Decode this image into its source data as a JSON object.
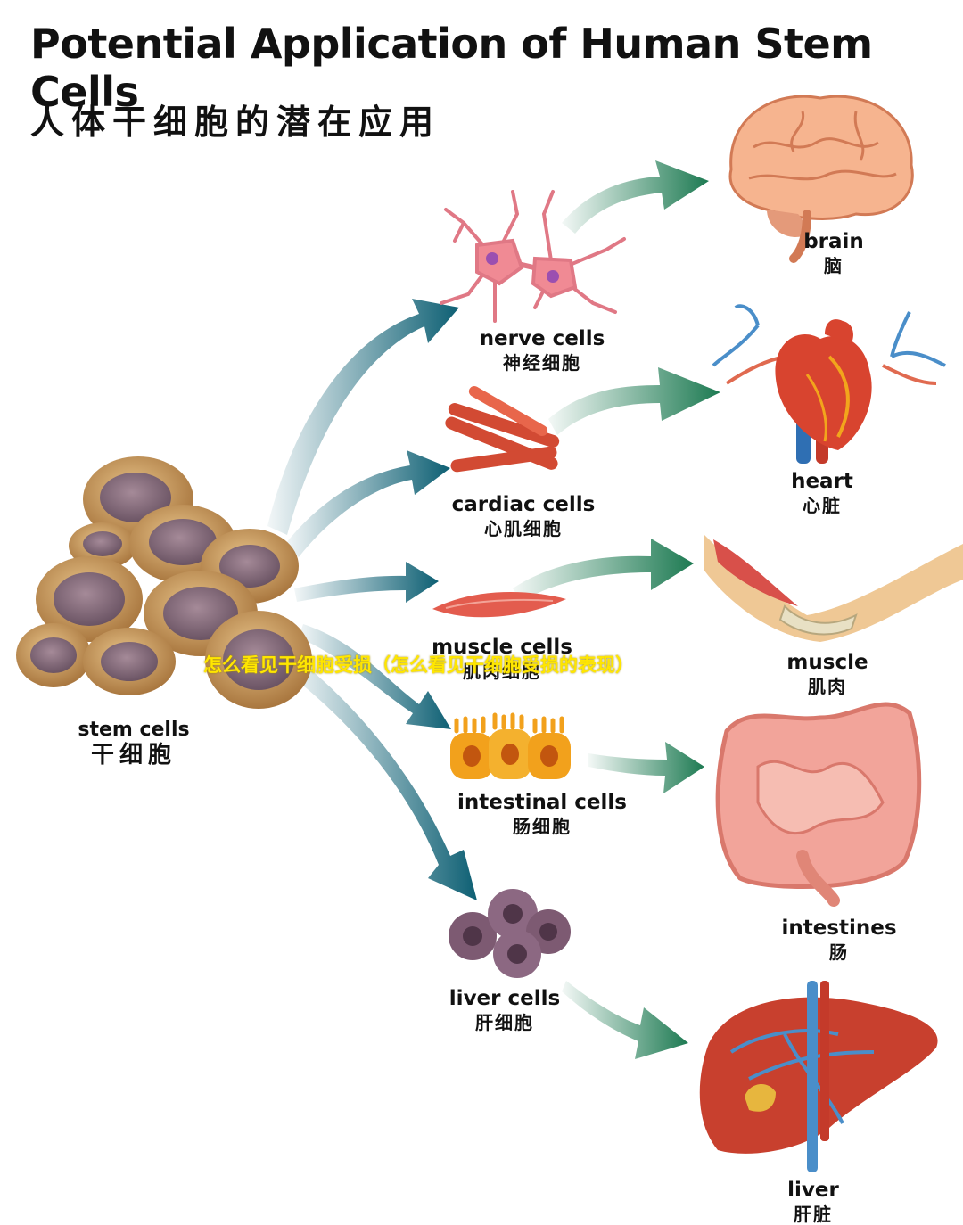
{
  "title": {
    "en": "Potential Application of Human Stem Cells",
    "zh": "人体干细胞的潜在应用"
  },
  "stem": {
    "en": "stem cells",
    "zh": "干细胞"
  },
  "cells": [
    {
      "en": "nerve cells",
      "zh": "神经细胞"
    },
    {
      "en": "cardiac cells",
      "zh": "心肌细胞"
    },
    {
      "en": "muscle cells",
      "zh": "肌肉细胞"
    },
    {
      "en": "intestinal cells",
      "zh": "肠细胞"
    },
    {
      "en": "liver cells",
      "zh": "肝细胞"
    }
  ],
  "organs": [
    {
      "en": "brain",
      "zh": "脑"
    },
    {
      "en": "heart",
      "zh": "心脏"
    },
    {
      "en": "muscle",
      "zh": "肌肉"
    },
    {
      "en": "intestines",
      "zh": "肠"
    },
    {
      "en": "liver",
      "zh": "肝脏"
    }
  ],
  "watermark": "怎么看见干细胞受损（怎么看见干细胞受损的表现）",
  "colors": {
    "arrow_teal": "#0d5f73",
    "arrow_green": "#1d7a52",
    "cell_outer": "#c69a5c",
    "cell_nucleus": "#8a6f7f",
    "nerve": "#e07885",
    "cardiac": "#d24a33",
    "intestinal": "#f2a11c",
    "liver_cell": "#7d5a72",
    "organ_pink": "#ee9a8c",
    "liver_red": "#c8402e"
  }
}
